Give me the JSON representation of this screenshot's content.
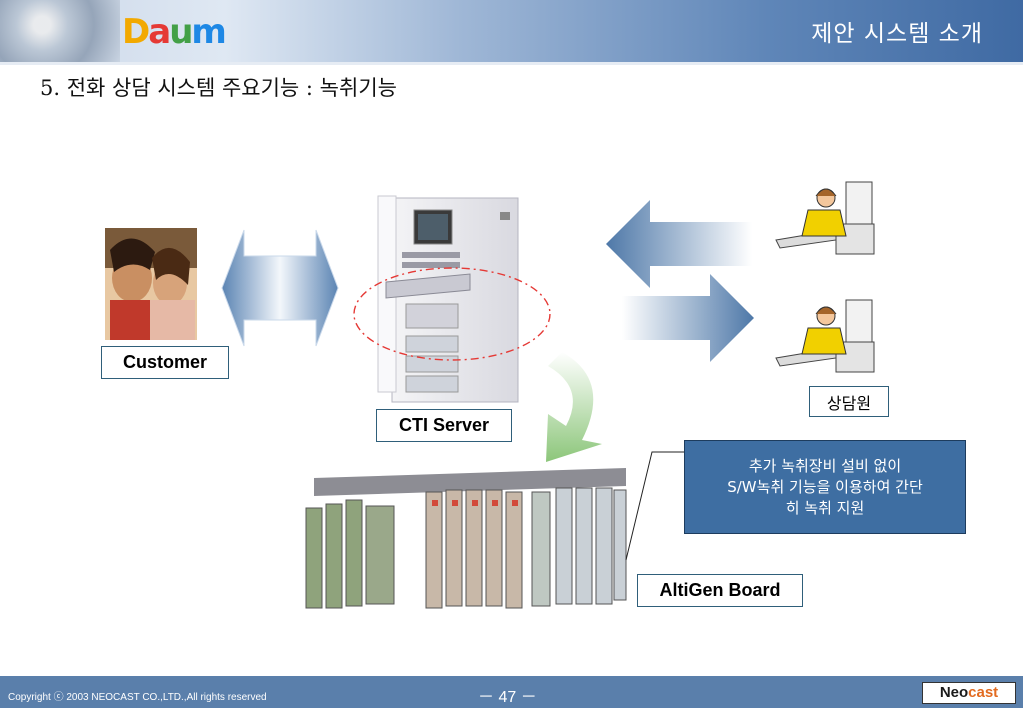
{
  "header": {
    "logo_letters": [
      "D",
      "a",
      "u",
      "m"
    ],
    "title": "제안 시스템 소개"
  },
  "subtitle": "5. 전화 상담 시스템 주요기능 : 녹취기능",
  "labels": {
    "customer": "Customer",
    "cti_server": "CTI Server",
    "agent": "상담원",
    "altigen_board": "AltiGen Board"
  },
  "callout": {
    "line1": "추가 녹취장비 설비 없이",
    "line2": "S/W녹취 기능을 이용하여 간단",
    "line3": "히 녹취 지원"
  },
  "footer": {
    "copyright": "Copyright ⓒ 2003 NEOCAST CO.,LTD.,All rights reserved",
    "page": "－ 47 －",
    "brand_part1": "Neo",
    "brand_part2": "cast"
  },
  "colors": {
    "header_dark": "#3f6aa3",
    "footer": "#5a7fab",
    "callout_bg": "#3e6ea2",
    "arrow_blue": "#5b84b3",
    "arrow_green": "#9fd08a",
    "dashed_ellipse": "#e53935",
    "brand_accent": "#e26a1f"
  }
}
